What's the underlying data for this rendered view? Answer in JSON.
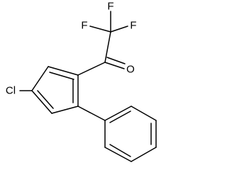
{
  "molecule": {
    "atoms": {
      "fluorine_top": "F",
      "fluorine_left": "F",
      "fluorine_right": "F",
      "oxygen": "O",
      "chlorine": "Cl"
    },
    "bond_color": "#000000",
    "background": "#ffffff"
  }
}
